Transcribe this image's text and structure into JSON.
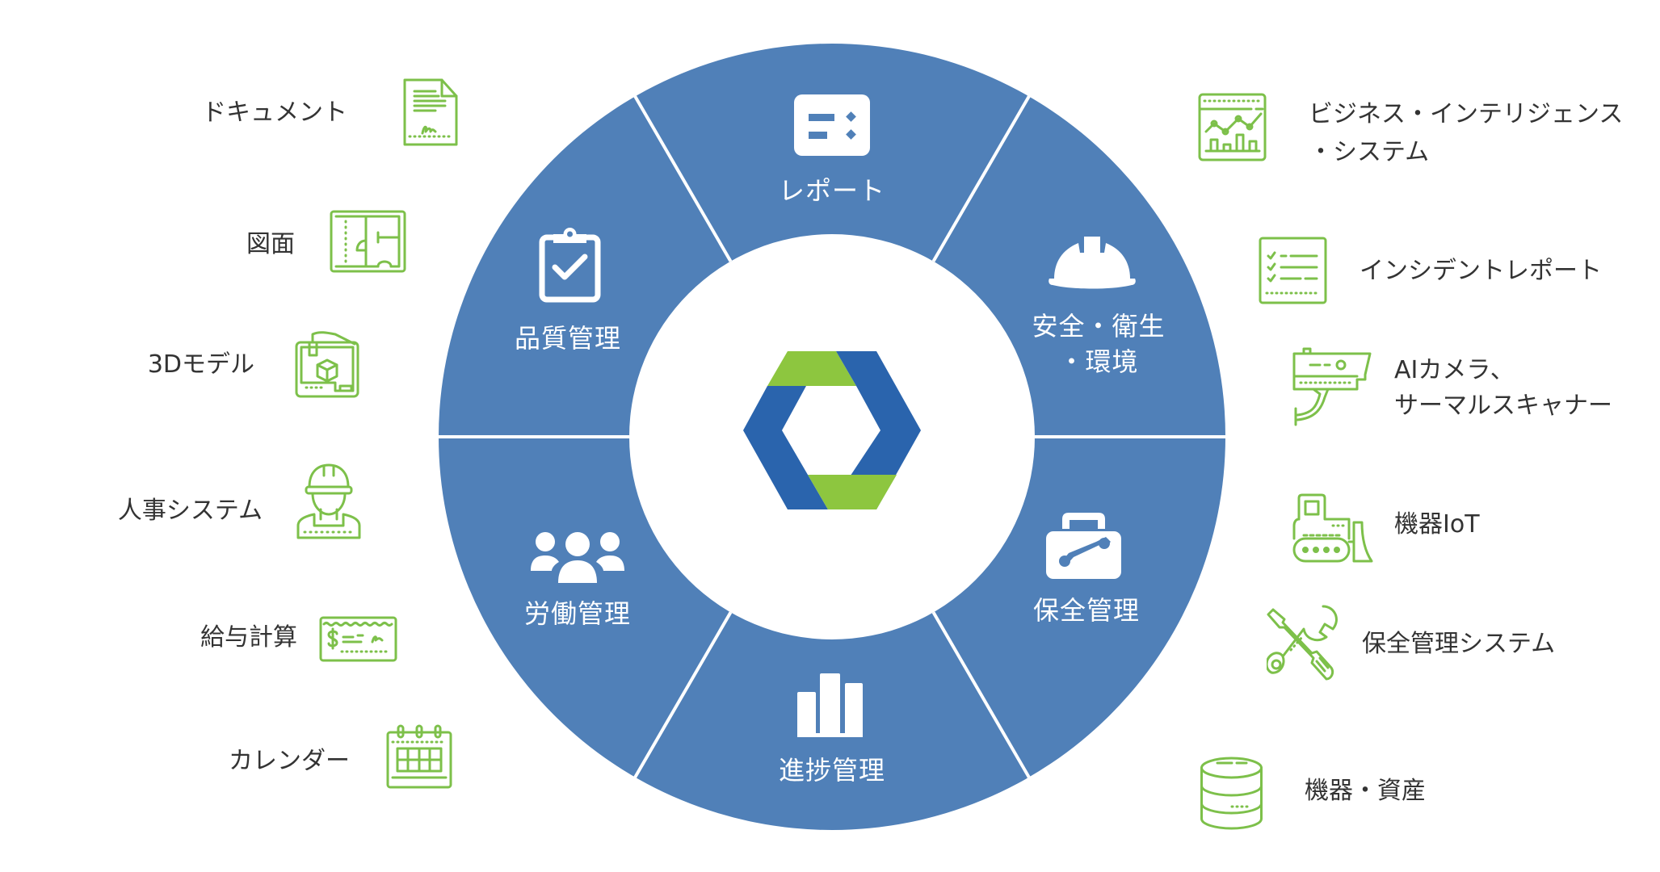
{
  "diagram": {
    "colors": {
      "ring": "#5080b8",
      "divider": "#ffffff",
      "icon_green": "#7dc04a",
      "logo_blue": "#2a64ad",
      "logo_green": "#8dc63f",
      "text_dark": "#333333",
      "text_light": "#ffffff"
    },
    "center_logo": {
      "icon": "hexagon-logo-icon"
    },
    "segments": [
      {
        "id": "report",
        "label": "レポート",
        "icon": "report-card-icon"
      },
      {
        "id": "safety",
        "label_line1": "安全・衛生",
        "label_line2": "・環境",
        "icon": "hard-hat-icon"
      },
      {
        "id": "maintenance",
        "label": "保全管理",
        "icon": "toolbox-wrench-icon"
      },
      {
        "id": "progress",
        "label": "進捗管理",
        "icon": "bar-chart-icon"
      },
      {
        "id": "labor",
        "label": "労働管理",
        "icon": "people-group-icon"
      },
      {
        "id": "quality",
        "label": "品質管理",
        "icon": "clipboard-check-icon"
      }
    ],
    "left_items": [
      {
        "label": "ドキュメント",
        "icon": "signed-document-icon"
      },
      {
        "label": "図面",
        "icon": "floor-plan-icon"
      },
      {
        "label": "3Dモデル",
        "icon": "3d-printer-icon"
      },
      {
        "label": "人事システム",
        "icon": "construction-worker-icon"
      },
      {
        "label": "給与計算",
        "icon": "paycheck-icon"
      },
      {
        "label": "カレンダー",
        "icon": "calendar-icon"
      }
    ],
    "right_items": [
      {
        "label_line1": "ビジネス・インテリジェンス",
        "label_line2": "・システム",
        "icon": "analytics-dashboard-icon"
      },
      {
        "label": "インシデントレポート",
        "icon": "checklist-icon"
      },
      {
        "label_line1": "AIカメラ、",
        "label_line2": "サーマルスキャナー",
        "icon": "security-camera-icon"
      },
      {
        "label": "機器IoT",
        "icon": "bulldozer-icon"
      },
      {
        "label": "保全管理システム",
        "icon": "wrench-screwdriver-icon"
      },
      {
        "label": "機器・資産",
        "icon": "database-icon"
      }
    ]
  }
}
